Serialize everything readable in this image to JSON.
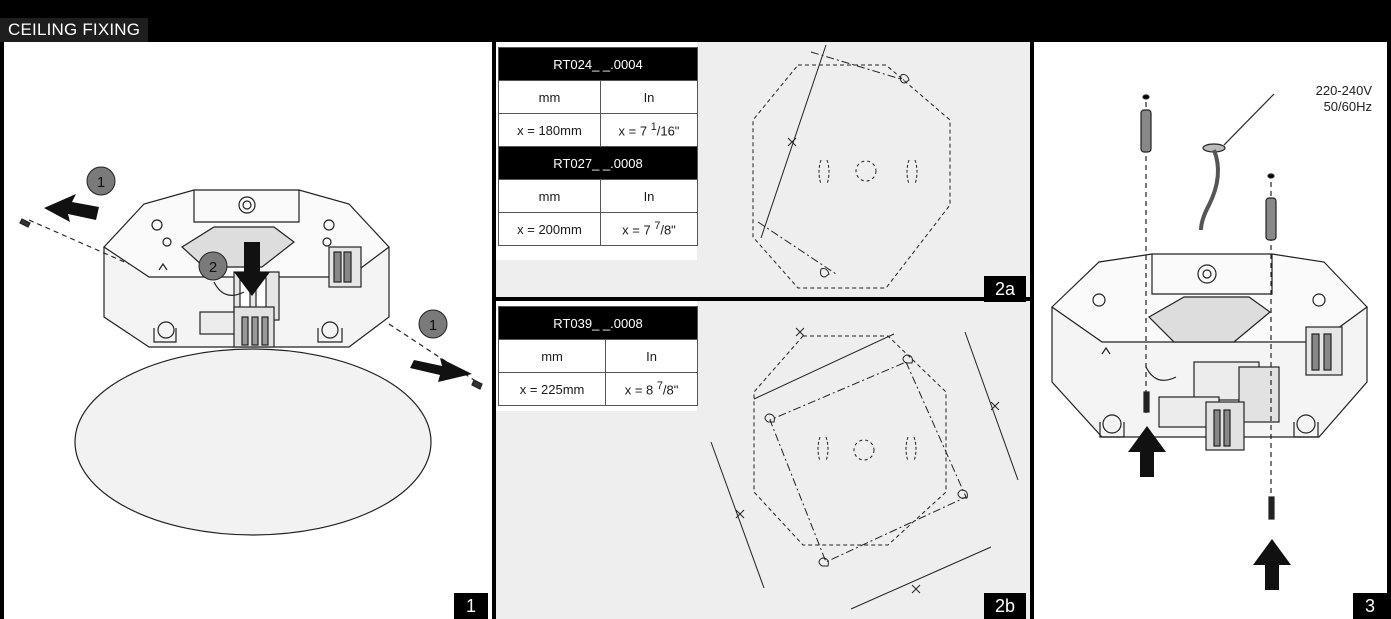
{
  "header": {
    "title": "CEILING FIXING"
  },
  "steps": {
    "step1": {
      "badge": "1",
      "callouts": {
        "remove_screws": "1",
        "press_clip": "2"
      }
    },
    "step2a": {
      "badge": "2a",
      "models": [
        {
          "name": "RT024_ _.0004",
          "unit_mm": "mm",
          "unit_in": "In",
          "value_mm": "x = 180mm",
          "value_in_whole": "x = 7 ",
          "value_in_num": "1",
          "value_in_rest": "/16\""
        },
        {
          "name": "RT027_ _.0008",
          "unit_mm": "mm",
          "unit_in": "In",
          "value_mm": "x = 200mm",
          "value_in_whole": "x = 7 ",
          "value_in_num": "7",
          "value_in_rest": "/8\""
        }
      ],
      "dimension_label": "x"
    },
    "step2b": {
      "badge": "2b",
      "models": [
        {
          "name": "RT039_ _.0008",
          "unit_mm": "mm",
          "unit_in": "In",
          "value_mm": "x = 225mm",
          "value_in_whole": "x = 8 ",
          "value_in_num": "7",
          "value_in_rest": "/8\""
        }
      ],
      "dimension_label": "x"
    },
    "step3": {
      "badge": "3",
      "voltage": "220-240V",
      "frequency": "50/60Hz"
    }
  },
  "colors": {
    "header_bg": "#000000",
    "panel_gray": "#eeeeee",
    "callout_gray": "#7a7a7a"
  }
}
